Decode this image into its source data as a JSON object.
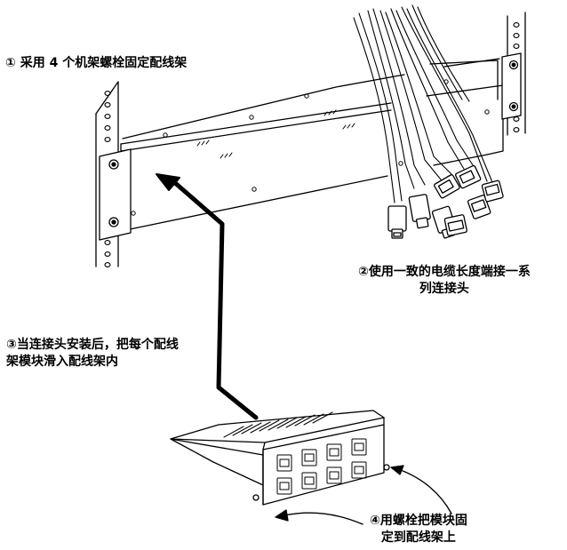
{
  "steps": [
    {
      "lines": [
        "① 采用 4 个机架螺栓固定配线架"
      ]
    },
    {
      "lines": [
        "②使用一致的电缆长度端接一系",
        "列连接头"
      ]
    },
    {
      "lines": [
        "③当连接头安装后，把每个配线",
        "架模块滑入配线架内"
      ]
    },
    {
      "lines": [
        "④用螺栓把模块固",
        "定到配线架上"
      ]
    }
  ]
}
